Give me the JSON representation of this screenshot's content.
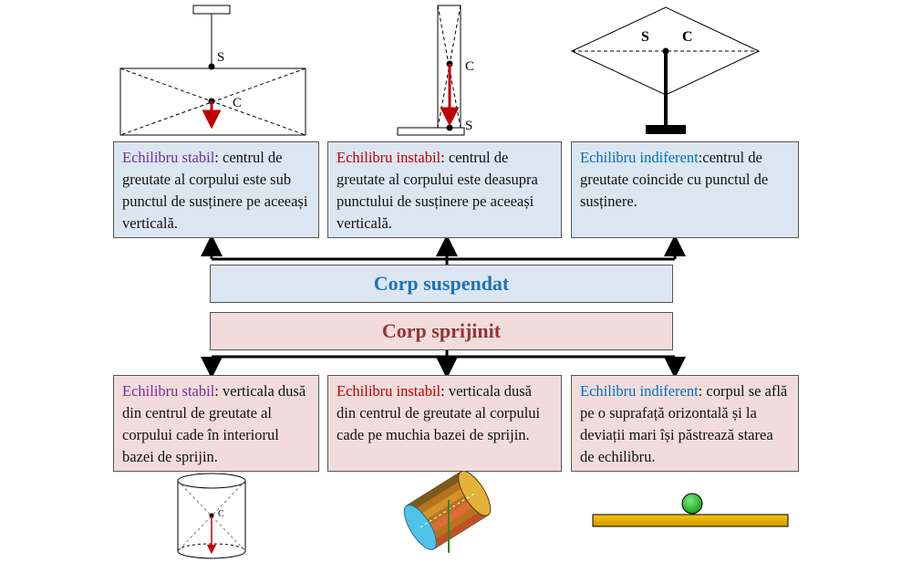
{
  "top_figures": {
    "stable_labels": {
      "s": "S",
      "c": "C"
    },
    "unstable_labels": {
      "c": "C",
      "s": "S"
    },
    "indifferent_labels": {
      "s": "S",
      "c": "C"
    }
  },
  "suspended": {
    "band_label": "Corp suspendat",
    "boxes": [
      {
        "heading": "Echilibru stabil",
        "text": ": centrul de greutate al corpului este sub punctul de susținere pe aceeași verticală."
      },
      {
        "heading": "Echilibru instabil",
        "text": ": centrul de greutate al corpului este deasupra punctului de susținere pe aceeași verticală."
      },
      {
        "heading": "Echilibru indiferent",
        "text": ":centrul de greutate coincide cu punctul de susținere."
      }
    ]
  },
  "supported": {
    "band_label": "Corp sprijinit",
    "boxes": [
      {
        "heading": "Echilibru stabil",
        "text": ": verticala dusă din centrul de greutate al corpului cade în interiorul bazei de sprijin."
      },
      {
        "heading": "Echilibru instabil",
        "text": ": verticala dusă din centrul de greutate al corpului cade pe muchia bazei de sprijin."
      },
      {
        "heading": "Echilibru indiferent",
        "text": ": corpul se află pe o suprafață orizontală și la deviații mari își păstrează starea de echilibru."
      }
    ]
  },
  "bottom_figures": {
    "cylinder_label": "C"
  },
  "colors": {
    "stable_heading": "#7030a0",
    "unstable_heading": "#c00000",
    "indifferent_heading": "#0070c0",
    "suspended_band": "#1f72b5",
    "supported_band": "#943634",
    "box_blue": "#dce6f1",
    "box_pink": "#f2dcdb",
    "arrow_red": "#c00000"
  }
}
